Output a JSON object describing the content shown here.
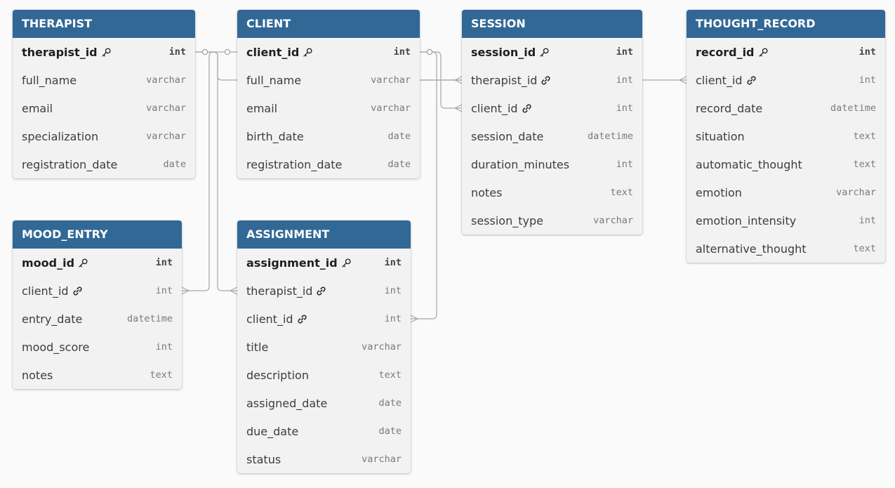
{
  "tables": [
    {
      "id": "therapist",
      "title": "THERAPIST",
      "fields": [
        {
          "name": "therapist_id",
          "type": "int",
          "key": "pk"
        },
        {
          "name": "full_name",
          "type": "varchar"
        },
        {
          "name": "email",
          "type": "varchar"
        },
        {
          "name": "specialization",
          "type": "varchar"
        },
        {
          "name": "registration_date",
          "type": "date"
        }
      ]
    },
    {
      "id": "client",
      "title": "CLIENT",
      "fields": [
        {
          "name": "client_id",
          "type": "int",
          "key": "pk"
        },
        {
          "name": "full_name",
          "type": "varchar"
        },
        {
          "name": "email",
          "type": "varchar"
        },
        {
          "name": "birth_date",
          "type": "date"
        },
        {
          "name": "registration_date",
          "type": "date"
        }
      ]
    },
    {
      "id": "session",
      "title": "SESSION",
      "fields": [
        {
          "name": "session_id",
          "type": "int",
          "key": "pk"
        },
        {
          "name": "therapist_id",
          "type": "int",
          "key": "fk"
        },
        {
          "name": "client_id",
          "type": "int",
          "key": "fk"
        },
        {
          "name": "session_date",
          "type": "datetime"
        },
        {
          "name": "duration_minutes",
          "type": "int"
        },
        {
          "name": "notes",
          "type": "text"
        },
        {
          "name": "session_type",
          "type": "varchar"
        }
      ]
    },
    {
      "id": "thought_record",
      "title": "THOUGHT_RECORD",
      "fields": [
        {
          "name": "record_id",
          "type": "int",
          "key": "pk"
        },
        {
          "name": "client_id",
          "type": "int",
          "key": "fk"
        },
        {
          "name": "record_date",
          "type": "datetime"
        },
        {
          "name": "situation",
          "type": "text"
        },
        {
          "name": "automatic_thought",
          "type": "text"
        },
        {
          "name": "emotion",
          "type": "varchar"
        },
        {
          "name": "emotion_intensity",
          "type": "int"
        },
        {
          "name": "alternative_thought",
          "type": "text"
        }
      ]
    },
    {
      "id": "mood_entry",
      "title": "MOOD_ENTRY",
      "fields": [
        {
          "name": "mood_id",
          "type": "int",
          "key": "pk"
        },
        {
          "name": "client_id",
          "type": "int",
          "key": "fk"
        },
        {
          "name": "entry_date",
          "type": "datetime"
        },
        {
          "name": "mood_score",
          "type": "int"
        },
        {
          "name": "notes",
          "type": "text"
        }
      ]
    },
    {
      "id": "assignment",
      "title": "ASSIGNMENT",
      "fields": [
        {
          "name": "assignment_id",
          "type": "int",
          "key": "pk"
        },
        {
          "name": "therapist_id",
          "type": "int",
          "key": "fk"
        },
        {
          "name": "client_id",
          "type": "int",
          "key": "fk"
        },
        {
          "name": "title",
          "type": "varchar"
        },
        {
          "name": "description",
          "type": "text"
        },
        {
          "name": "assigned_date",
          "type": "date"
        },
        {
          "name": "due_date",
          "type": "date"
        },
        {
          "name": "status",
          "type": "varchar"
        }
      ]
    }
  ],
  "relationships": [
    {
      "from": "therapist.therapist_id",
      "to": "session.therapist_id",
      "cardinality": "one-to-many"
    },
    {
      "from": "client.client_id",
      "to": "session.client_id",
      "cardinality": "one-to-many"
    },
    {
      "from": "client.client_id",
      "to": "thought_record.client_id",
      "cardinality": "one-to-many"
    },
    {
      "from": "client.client_id",
      "to": "mood_entry.client_id",
      "cardinality": "one-to-many"
    },
    {
      "from": "therapist.therapist_id",
      "to": "assignment.therapist_id",
      "cardinality": "one-to-many"
    },
    {
      "from": "client.client_id",
      "to": "assignment.client_id",
      "cardinality": "one-to-many"
    }
  ],
  "icons": {
    "primary_key": "key-icon",
    "foreign_key": "link-icon"
  },
  "colors": {
    "header": "#316896",
    "line": "#a6a6a6"
  }
}
